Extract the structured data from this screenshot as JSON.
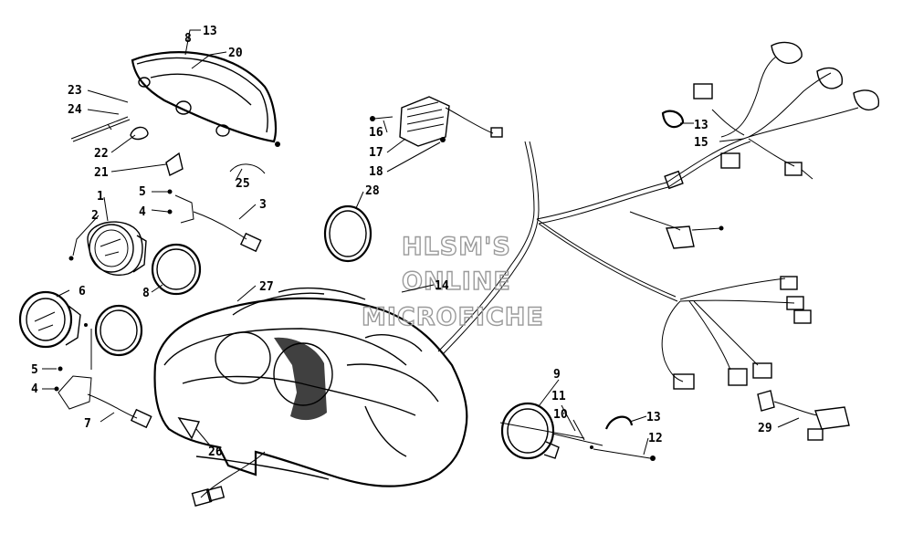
{
  "diagram": {
    "watermark": [
      "HLSM'S",
      "ONLINE",
      "MICROFICHE"
    ],
    "callouts": {
      "c1": "1",
      "c2": "2",
      "c3": "3",
      "c4a": "4",
      "c4b": "4",
      "c5a": "5",
      "c5b": "5",
      "c6": "6",
      "c7": "7",
      "c8a": "8",
      "c8b": "8",
      "c9": "9",
      "c10": "10",
      "c11": "11",
      "c12": "12",
      "c13a": "13",
      "c13b": "13",
      "c13c": "13",
      "c14": "14",
      "c15": "15",
      "c16": "16",
      "c17": "17",
      "c18": "18",
      "c20": "20",
      "c21": "21",
      "c22": "22",
      "c23": "23",
      "c24": "24",
      "c25": "25",
      "c26": "26",
      "c27": "27",
      "c28": "28",
      "c29": "29"
    }
  }
}
